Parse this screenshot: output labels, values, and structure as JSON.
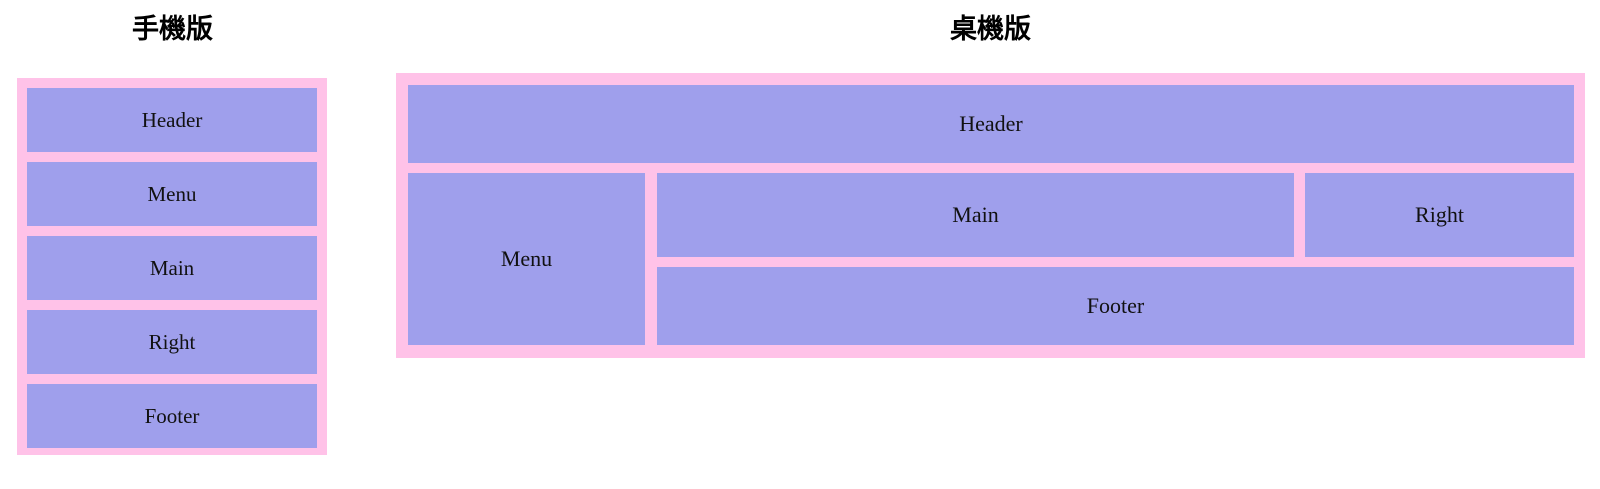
{
  "colors": {
    "frame_pink": "#ffc2e8",
    "block_purple": "#9f9fec",
    "page_background": "#ffffff",
    "label_text": "#111111",
    "title_text": "#000000"
  },
  "mobile": {
    "title": "手機版",
    "blocks": [
      {
        "key": "header",
        "label": "Header"
      },
      {
        "key": "menu",
        "label": "Menu"
      },
      {
        "key": "main",
        "label": "Main"
      },
      {
        "key": "right",
        "label": "Right"
      },
      {
        "key": "footer",
        "label": "Footer"
      }
    ]
  },
  "desktop": {
    "title": "桌機版",
    "blocks": [
      {
        "key": "header",
        "label": "Header"
      },
      {
        "key": "menu",
        "label": "Menu"
      },
      {
        "key": "main",
        "label": "Main"
      },
      {
        "key": "right",
        "label": "Right"
      },
      {
        "key": "footer",
        "label": "Footer"
      }
    ]
  }
}
